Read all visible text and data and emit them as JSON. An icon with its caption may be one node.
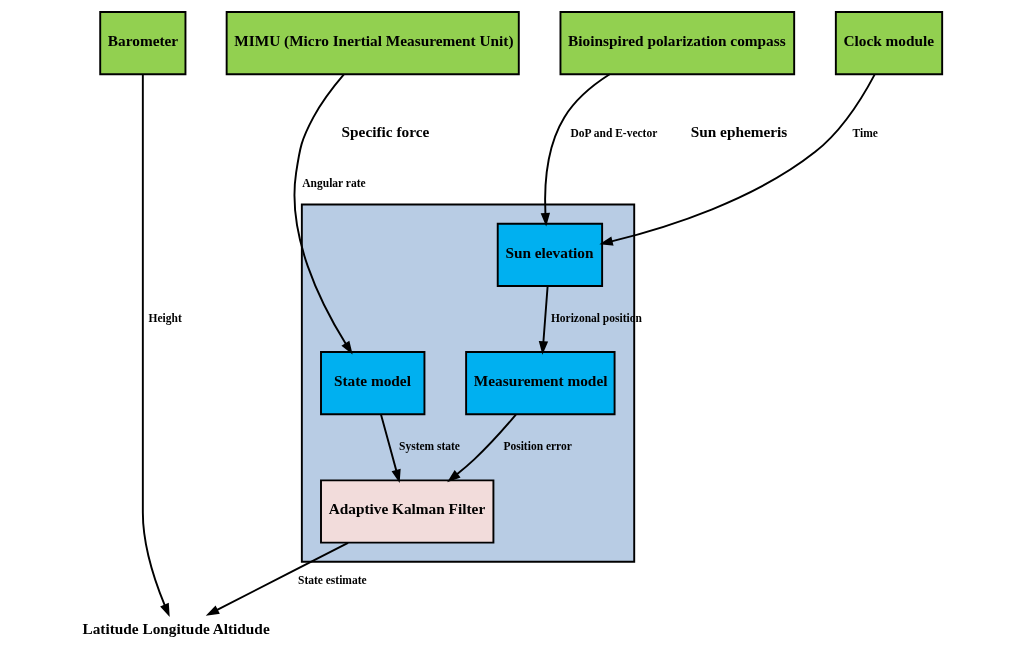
{
  "diagram": {
    "nodes": [
      {
        "text": [
          "Bioinspired polarization compass"
        ]
      },
      {
        "text": [
          "MIMU (Micro Inertial Measurement Unit)"
        ]
      },
      {
        "text": [
          "Clock module"
        ]
      },
      {
        "text": [],
        "shape": "box"
      },
      {
        "text": [
          "Barometer"
        ]
      },
      {
        "text": [
          "Sun elevation"
        ],
        "in": 3
      },
      {
        "text": [
          "State model"
        ],
        "in": 3
      },
      {
        "text": [
          "Measurement model"
        ],
        "in": 3
      },
      {
        "text": [
          "Adaptive Kalman Filter"
        ],
        "in": 3
      },
      {
        "text": [
          "Latitude Longitude Altidude"
        ]
      }
    ],
    "edges": [
      {
        "from": 0,
        "to": 5,
        "arrow": "to",
        "label": "DoP and E-vector"
      },
      {
        "from": 1,
        "to": 6,
        "arrow": "to",
        "label": "Angular rate"
      },
      {
        "from": 2,
        "to": 5,
        "arrow": "to",
        "label": "Time"
      },
      {
        "from": 5,
        "to": 7,
        "arrow": "to",
        "label": "Horizonal position"
      },
      {
        "from": 6,
        "to": 8,
        "arrow": "to",
        "label": "System state"
      },
      {
        "from": 7,
        "to": 8,
        "arrow": "to",
        "label": "Position error"
      },
      {
        "from": 8,
        "to": 9,
        "arrow": "to",
        "label": "State estimate"
      },
      {
        "from": 4,
        "to": 9,
        "arrow": "to",
        "label": "Height"
      }
    ],
    "labels": [
      "Sun ephemeris",
      "Specific force"
    ]
  }
}
